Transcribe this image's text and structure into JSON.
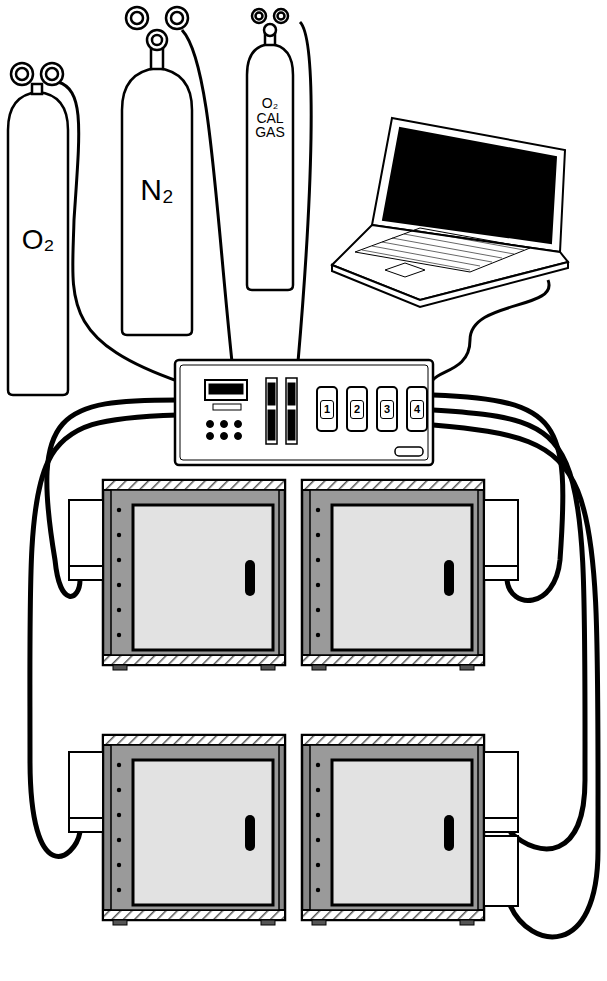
{
  "diagram": {
    "nodes": [
      {
        "text": [
          "O₂"
        ]
      },
      {
        "text": [
          "N₂"
        ]
      },
      {
        "text": [
          "O₂ CAL GAS"
        ]
      },
      {
        "text": [
          "1"
        ]
      },
      {
        "text": [
          "2"
        ]
      },
      {
        "text": [
          "3"
        ]
      },
      {
        "text": [
          "4"
        ]
      }
    ]
  }
}
